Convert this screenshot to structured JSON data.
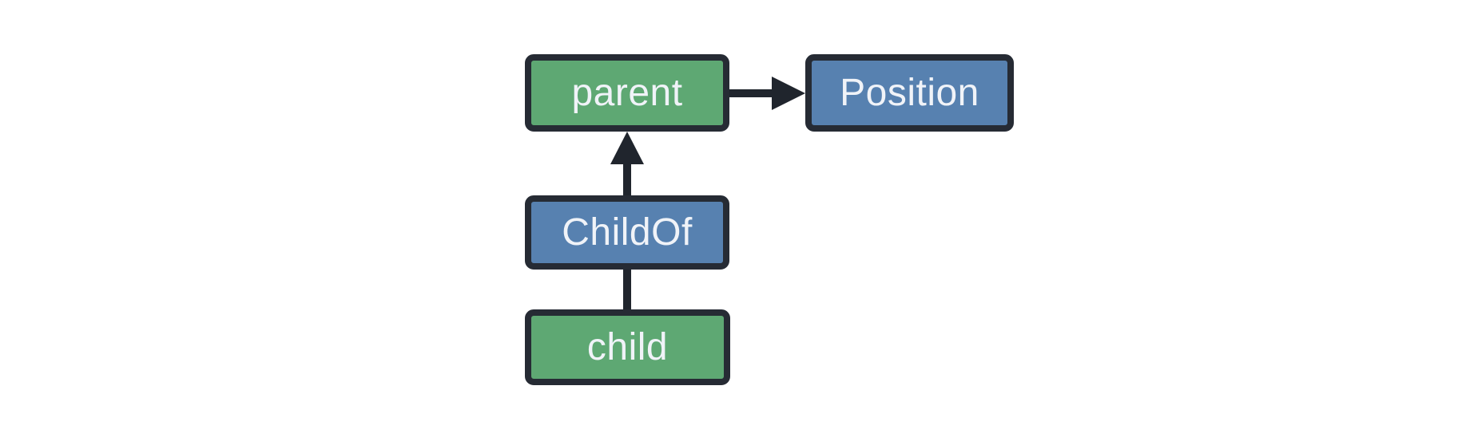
{
  "diagram": {
    "background": "#ffffff",
    "colors": {
      "entity_green": "#5ea873",
      "component_blue": "#5781b0",
      "box_border": "#262b34",
      "edge": "#20252d",
      "label_text": "#f0f3f8"
    },
    "nodes": [
      {
        "id": "parent",
        "label": "parent",
        "fill": "#5ea873"
      },
      {
        "id": "position",
        "label": "Position",
        "fill": "#5781b0"
      },
      {
        "id": "childof",
        "label": "ChildOf",
        "fill": "#5781b0"
      },
      {
        "id": "child",
        "label": "child",
        "fill": "#5ea873"
      }
    ],
    "edges": [
      {
        "from": "parent",
        "to": "Position",
        "arrowhead": "right"
      },
      {
        "from": "ChildOf",
        "to": "parent",
        "arrowhead": "up"
      },
      {
        "from": "child",
        "to": "ChildOf",
        "arrowhead": "none"
      }
    ]
  }
}
